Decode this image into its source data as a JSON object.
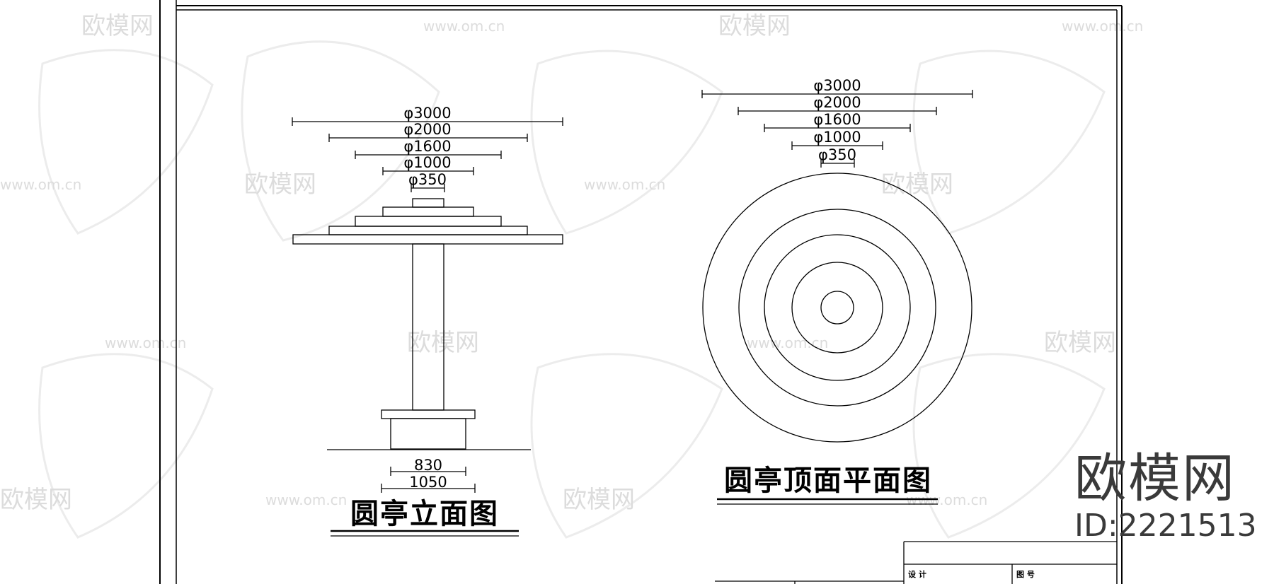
{
  "elevation": {
    "title": "圆亭立面图",
    "top_dims": [
      "φ3000",
      "φ2000",
      "φ1600",
      "φ1000",
      "φ350"
    ],
    "base_dims": [
      "830",
      "1050"
    ]
  },
  "plan": {
    "title": "圆亭顶面平面图",
    "top_dims": [
      "φ3000",
      "φ2000",
      "φ1600",
      "φ1000",
      "φ350"
    ]
  },
  "title_block": {
    "design_label": "设 计",
    "drawing_no_label": "图 号"
  },
  "watermark": {
    "brand": "欧模网",
    "url": "www.om.cn",
    "id": "ID:2221513"
  }
}
